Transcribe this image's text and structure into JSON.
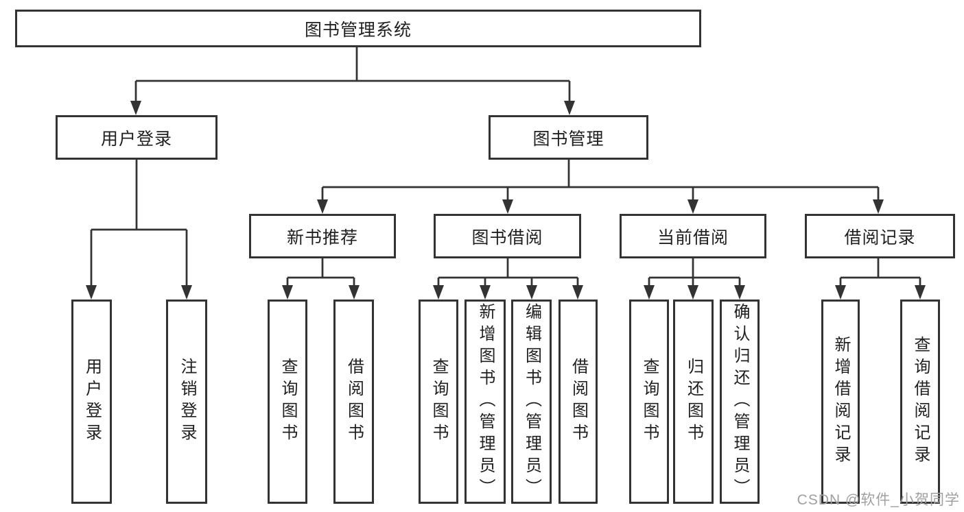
{
  "diagram": {
    "type": "hierarchy-functional-structure",
    "colors": {
      "line": "#333333",
      "box_border": "#333333",
      "text": "#1f1f1f",
      "watermark": "#a0a0a0",
      "background": "#ffffff"
    },
    "tree": {
      "root": "图书管理系统",
      "children": [
        {
          "label": "用户登录",
          "children": [
            "用户登录",
            "注销登录"
          ]
        },
        {
          "label": "图书管理",
          "children": [
            {
              "label": "新书推荐",
              "children": [
                "查询图书",
                "借阅图书"
              ]
            },
            {
              "label": "图书借阅",
              "children": [
                "查询图书",
                "新增图书（管理员）",
                "编辑图书（管理员）",
                "借阅图书"
              ]
            },
            {
              "label": "当前借阅",
              "children": [
                "查询图书",
                "归还图书",
                "确认归还（管理员）"
              ]
            },
            {
              "label": "借阅记录",
              "children": [
                "新增借阅记录",
                "查询借阅记录"
              ]
            }
          ]
        }
      ]
    },
    "watermark": {
      "text": "CSDN @软件_小贺同学"
    }
  }
}
